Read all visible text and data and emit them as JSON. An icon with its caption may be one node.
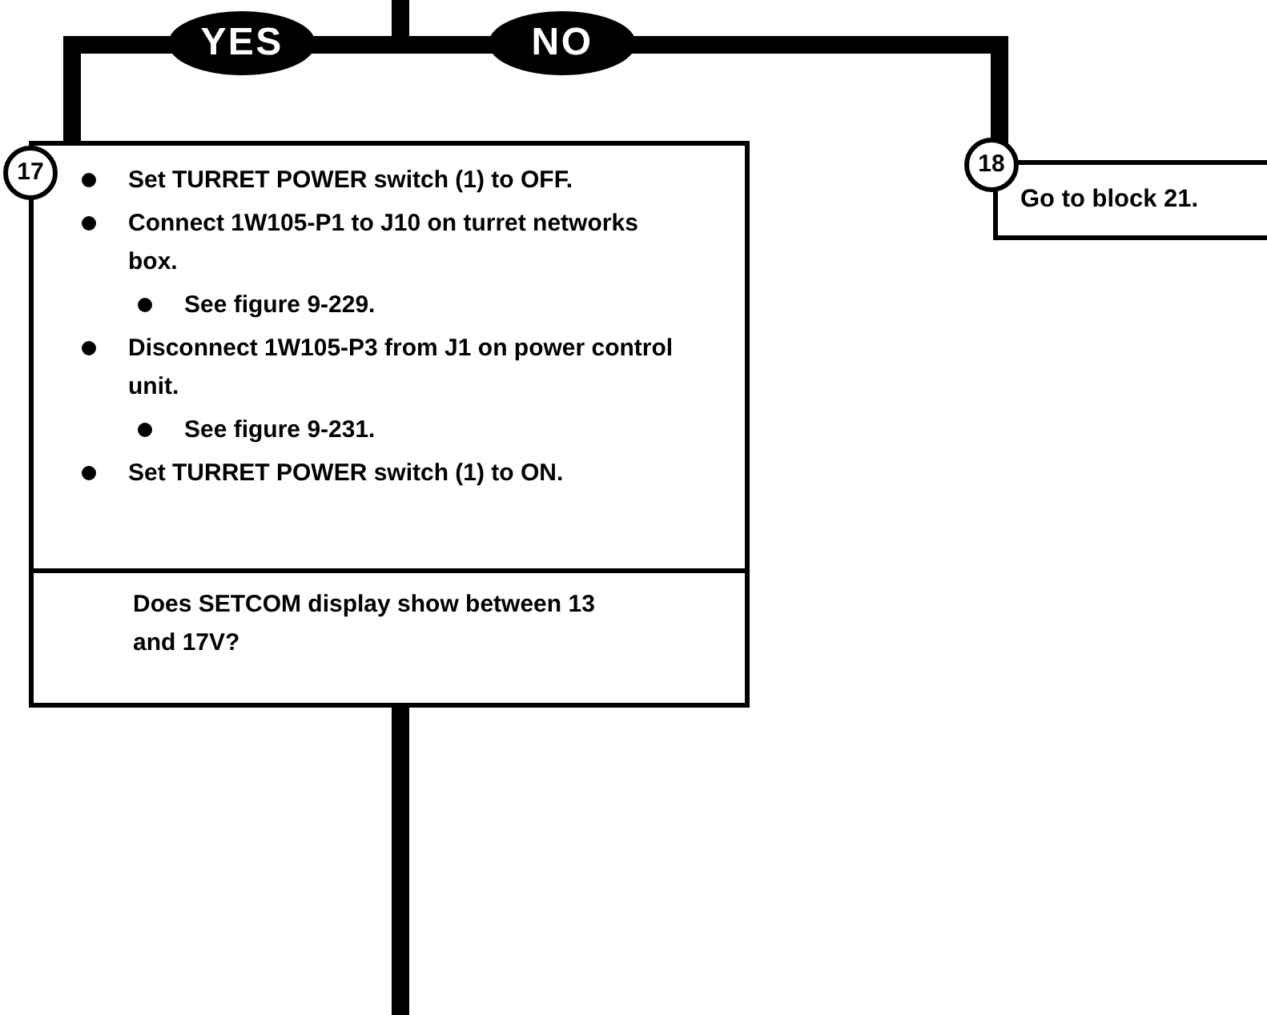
{
  "diagram": {
    "nodes": [
      {
        "text": [
          "17",
          "Set TURRET POWER switch (1) to OFF.",
          "Connect 1W105-P1 to J10 on turret networks box.",
          "See figure 9-229.",
          "Disconnect 1W105-P3 from J1 on power control unit.",
          "See figure 9-231.",
          "Set TURRET POWER switch (1) to ON.",
          "Does SETCOM display show between 13 and 17V?"
        ]
      },
      {
        "text": [
          "18",
          "Go to block 21."
        ]
      }
    ],
    "edges": [
      {
        "from": null,
        "to": 0,
        "arrow": "none",
        "label": "YES"
      },
      {
        "from": null,
        "to": 1,
        "arrow": "none",
        "label": "NO"
      },
      {
        "from": 0,
        "to": null,
        "arrow": "none"
      }
    ]
  }
}
